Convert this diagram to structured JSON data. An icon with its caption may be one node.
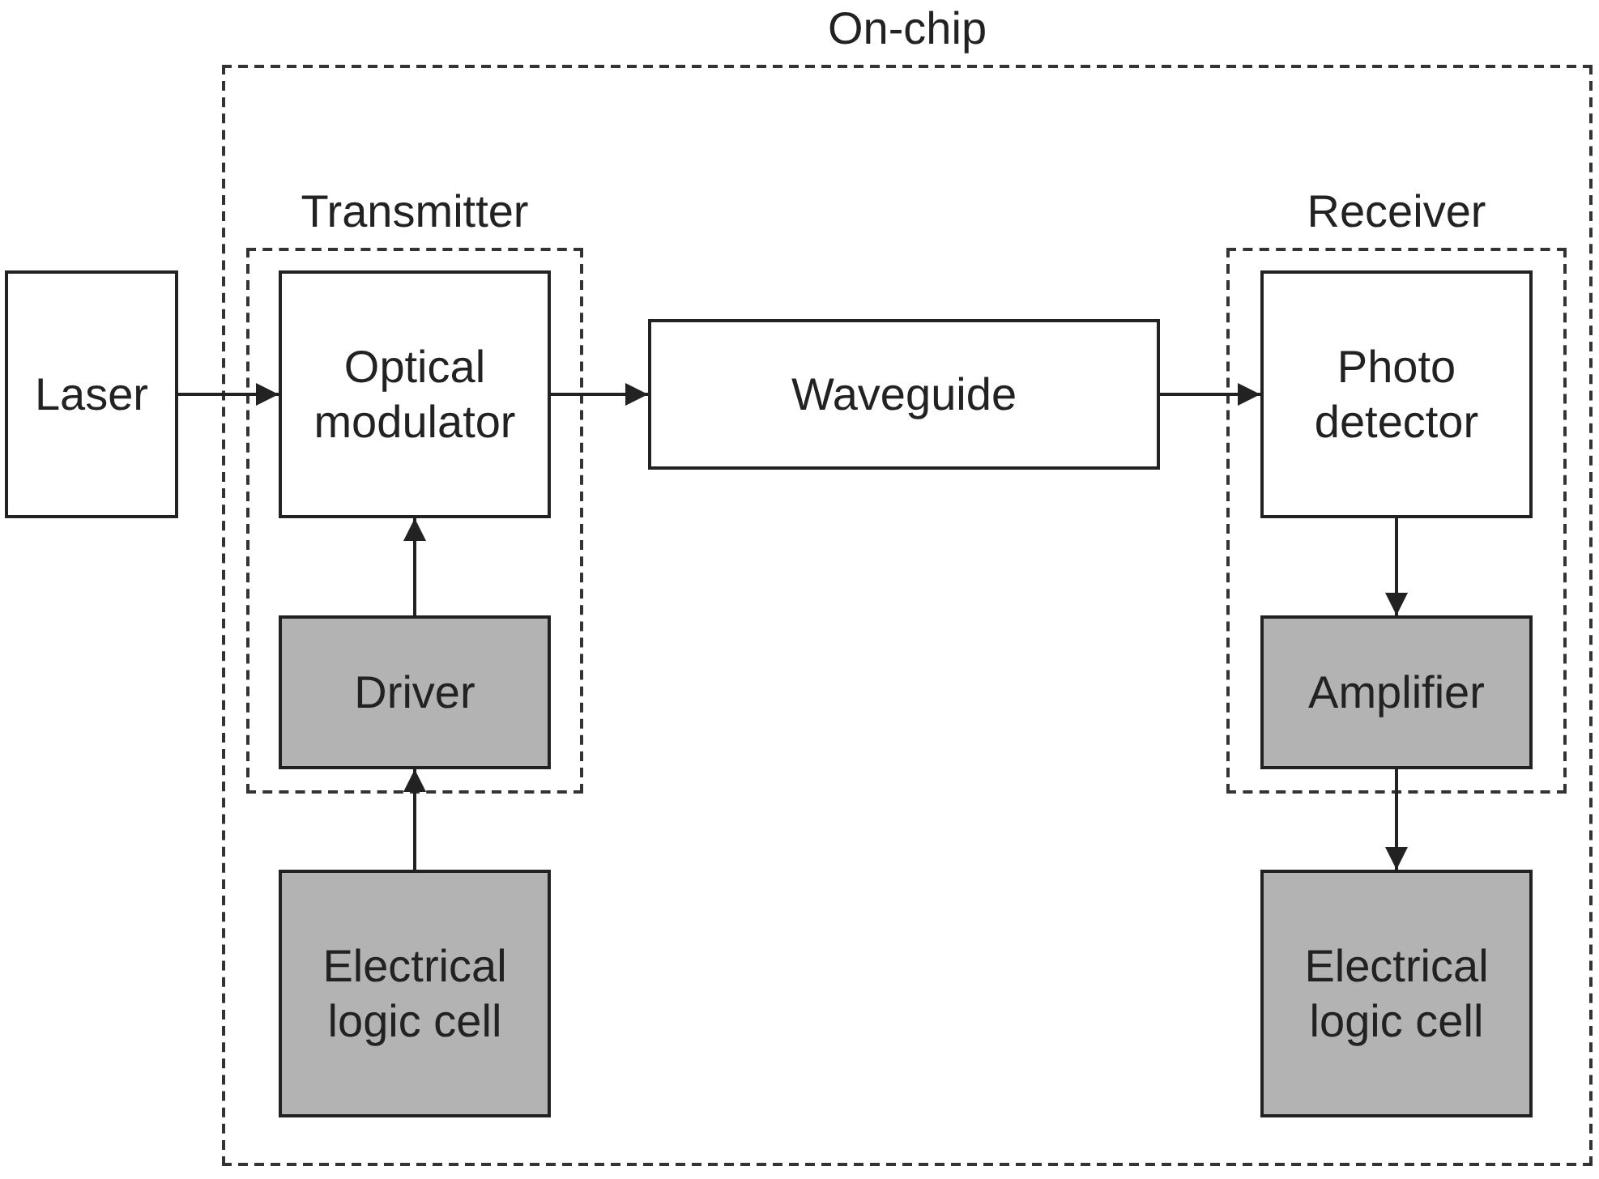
{
  "diagram": {
    "nodes": [
      {
        "text": [
          "On-chip"
        ]
      },
      {
        "text": [
          "Transmitter"
        ],
        "in": 0
      },
      {
        "text": [
          "Receiver"
        ],
        "in": 0
      },
      {
        "text": [
          "Laser"
        ]
      },
      {
        "text": [
          "Optical modulator"
        ],
        "in": 1
      },
      {
        "text": [
          "Waveguide"
        ],
        "in": 0
      },
      {
        "text": [
          "Photo detector"
        ],
        "in": 2
      },
      {
        "text": [
          "Driver"
        ],
        "in": 1
      },
      {
        "text": [
          "Amplifier"
        ],
        "in": 2
      },
      {
        "text": [
          "Electrical logic cell"
        ],
        "in": 0
      },
      {
        "text": [
          "Electrical logic cell"
        ],
        "in": 0
      }
    ],
    "edges": [
      {
        "from": 3,
        "to": 4,
        "arrow": "to"
      },
      {
        "from": 4,
        "to": 5,
        "arrow": "to"
      },
      {
        "from": 5,
        "to": 6,
        "arrow": "to"
      },
      {
        "from": 7,
        "to": 4,
        "arrow": "to"
      },
      {
        "from": 9,
        "to": 7,
        "arrow": "to"
      },
      {
        "from": 6,
        "to": 8,
        "arrow": "to"
      },
      {
        "from": 8,
        "to": 10,
        "arrow": "to"
      }
    ]
  }
}
